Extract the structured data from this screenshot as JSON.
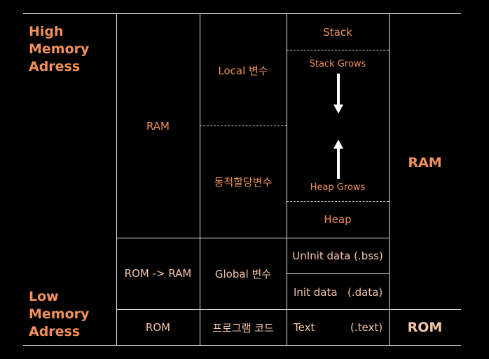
{
  "left_labels": {
    "high": [
      "High",
      "Memory",
      "Adress"
    ],
    "low": [
      "Low",
      "Memory",
      "Adress"
    ]
  },
  "columns": {
    "type": {
      "ram": "RAM",
      "rom_to_ram": "ROM -> RAM",
      "rom": "ROM"
    },
    "variable": {
      "local": "Local 변수",
      "dynamic": "동적할당변수",
      "global": "Global 변수",
      "program": "프로그램 코드"
    },
    "segment": {
      "stack": "Stack",
      "stack_grows": "Stack Grows",
      "heap_grows": "Heap Grows",
      "heap": "Heap",
      "uninit": "UnInit data (.bss)",
      "init_a": "Init data",
      "init_b": "(.data)",
      "text_a": "Text",
      "text_b": "(.text)"
    },
    "storage": {
      "ram": "RAM",
      "rom": "ROM"
    }
  },
  "colors": {
    "accent": "#f2915a",
    "light_accent": "#f5c5a9",
    "line": "#e6e6e6",
    "background": "#000000"
  }
}
